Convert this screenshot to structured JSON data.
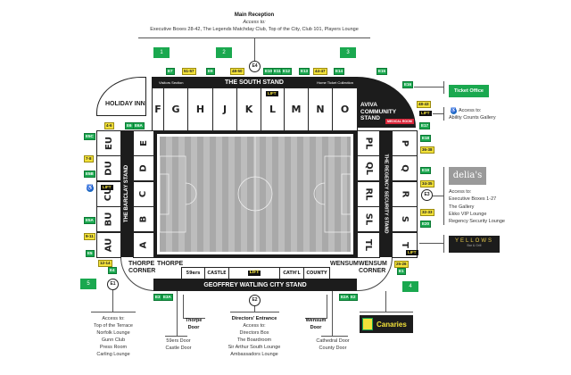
{
  "main_reception": {
    "title": "Main Reception",
    "access": "Access to:",
    "items": "Executive Boxes 28-42, The Legends Matchday Club, Top of the City, Club 101, Players Lounge"
  },
  "south_stand": {
    "name": "THE SOUTH STAND",
    "visitors": "Visitors Section",
    "home_ticket": "Home Ticket Collection",
    "blocks": [
      "F",
      "G",
      "H",
      "J",
      "K",
      "L",
      "M",
      "N",
      "O"
    ],
    "lift": "LIFT"
  },
  "holiday_inn": "HOLIDAY INN",
  "aviva": {
    "name": "AVIVA COMMUNITY STAND",
    "medical": "MEDICAL ROOM"
  },
  "barclay": {
    "name": "THE BARCLAY STAND",
    "outer": [
      "EU",
      "DU",
      "CU",
      "BU",
      "AU"
    ],
    "inner": [
      "E",
      "D",
      "C",
      "B",
      "A"
    ],
    "lift": "LIFT"
  },
  "regency": {
    "name": "THE REGENCY SECURITY STAND",
    "inner": [
      "PL",
      "QL",
      "RL",
      "SL",
      "TL"
    ],
    "outer": [
      "P",
      "Q",
      "R",
      "S",
      "T"
    ],
    "lift": "LIFT"
  },
  "city_stand": {
    "name": "GEOFFREY WATLING CITY STAND",
    "thorpe": "THORPE",
    "wensum": "WENSUM",
    "blocks": [
      "59ers",
      "CASTLE",
      "LIFT",
      "CATH'L",
      "COUNTY"
    ]
  },
  "corners": {
    "thorpe": "THORPE CORNER",
    "wensum": "WENSUM CORNER"
  },
  "gates_top": {
    "e7": "E7",
    "b51": "51-57",
    "e9": "E9",
    "b48": "48-50",
    "e4": "E4",
    "e10": "E10",
    "e11": "E11",
    "e12": "E12",
    "e13": "E13",
    "b44": "44-47",
    "e14": "E14",
    "e15": "E15",
    "e16": "E16"
  },
  "fans": {
    "f1": "1",
    "f2": "2",
    "f3": "3",
    "f4": "4",
    "f5": "5"
  },
  "left_gates": {
    "b4": "4-6",
    "e6": "E6",
    "e6a": "E6A",
    "e5c": "E5C",
    "b7": "7-8",
    "e5b": "E5B",
    "e5a": "E5A",
    "b9": "9-11",
    "e5": "E5",
    "b12": "12-14",
    "e4": "E4",
    "e1": "E1"
  },
  "right_gates": {
    "b48": "48-43",
    "lift": "LIFT",
    "e17": "E17",
    "e18": "E18",
    "b36": "36-38",
    "e19": "E19",
    "b34": "34-35",
    "e3": "E3",
    "b32": "32-33",
    "e20": "E20",
    "b25": "25-26",
    "e1": "E1"
  },
  "bottom_gates": {
    "e3": "E3",
    "e3a": "E3A",
    "e2circ": "E2",
    "e2a": "E2A",
    "e2": "E2"
  },
  "ticket_office": "Ticket Office",
  "ability": {
    "access": "Access to:",
    "place": "Ability Counts Gallery"
  },
  "delias": {
    "logo": "delia's",
    "access": "Access to:",
    "items": [
      "Executive Boxes 1-27",
      "The Gallery",
      "Ekko VIP Lounge",
      "Regency Security Lounge"
    ]
  },
  "yellows": {
    "logo": "YELLOWS",
    "sub": "Bar & Grill"
  },
  "canaries": "Canaries",
  "e1_access": {
    "access": "Access to:",
    "items": [
      "Top of the Terrace",
      "Norfolk Lounge",
      "Gunn Club",
      "Press Room",
      "Carling Lounge"
    ]
  },
  "thorpe_door": "Thorpe Door",
  "door_59": [
    "59ers Door",
    "Castle Door"
  ],
  "directors": {
    "title": "Directors' Entrance",
    "access": "Access to:",
    "items": [
      "Directors Box",
      "The Boardroom",
      "Sir Arthur South Lounge",
      "Ambassadors Lounge"
    ]
  },
  "wensum_door": "Wensum Door",
  "cathedral_doors": [
    "Cathedral Door",
    "County Door"
  ],
  "colors": {
    "gate_green": "#1aa84f",
    "block_yellow": "#f3e23a",
    "stand_black": "#1c1c1c",
    "medical_red": "#d9263a",
    "access_blue": "#1f6fc4"
  }
}
